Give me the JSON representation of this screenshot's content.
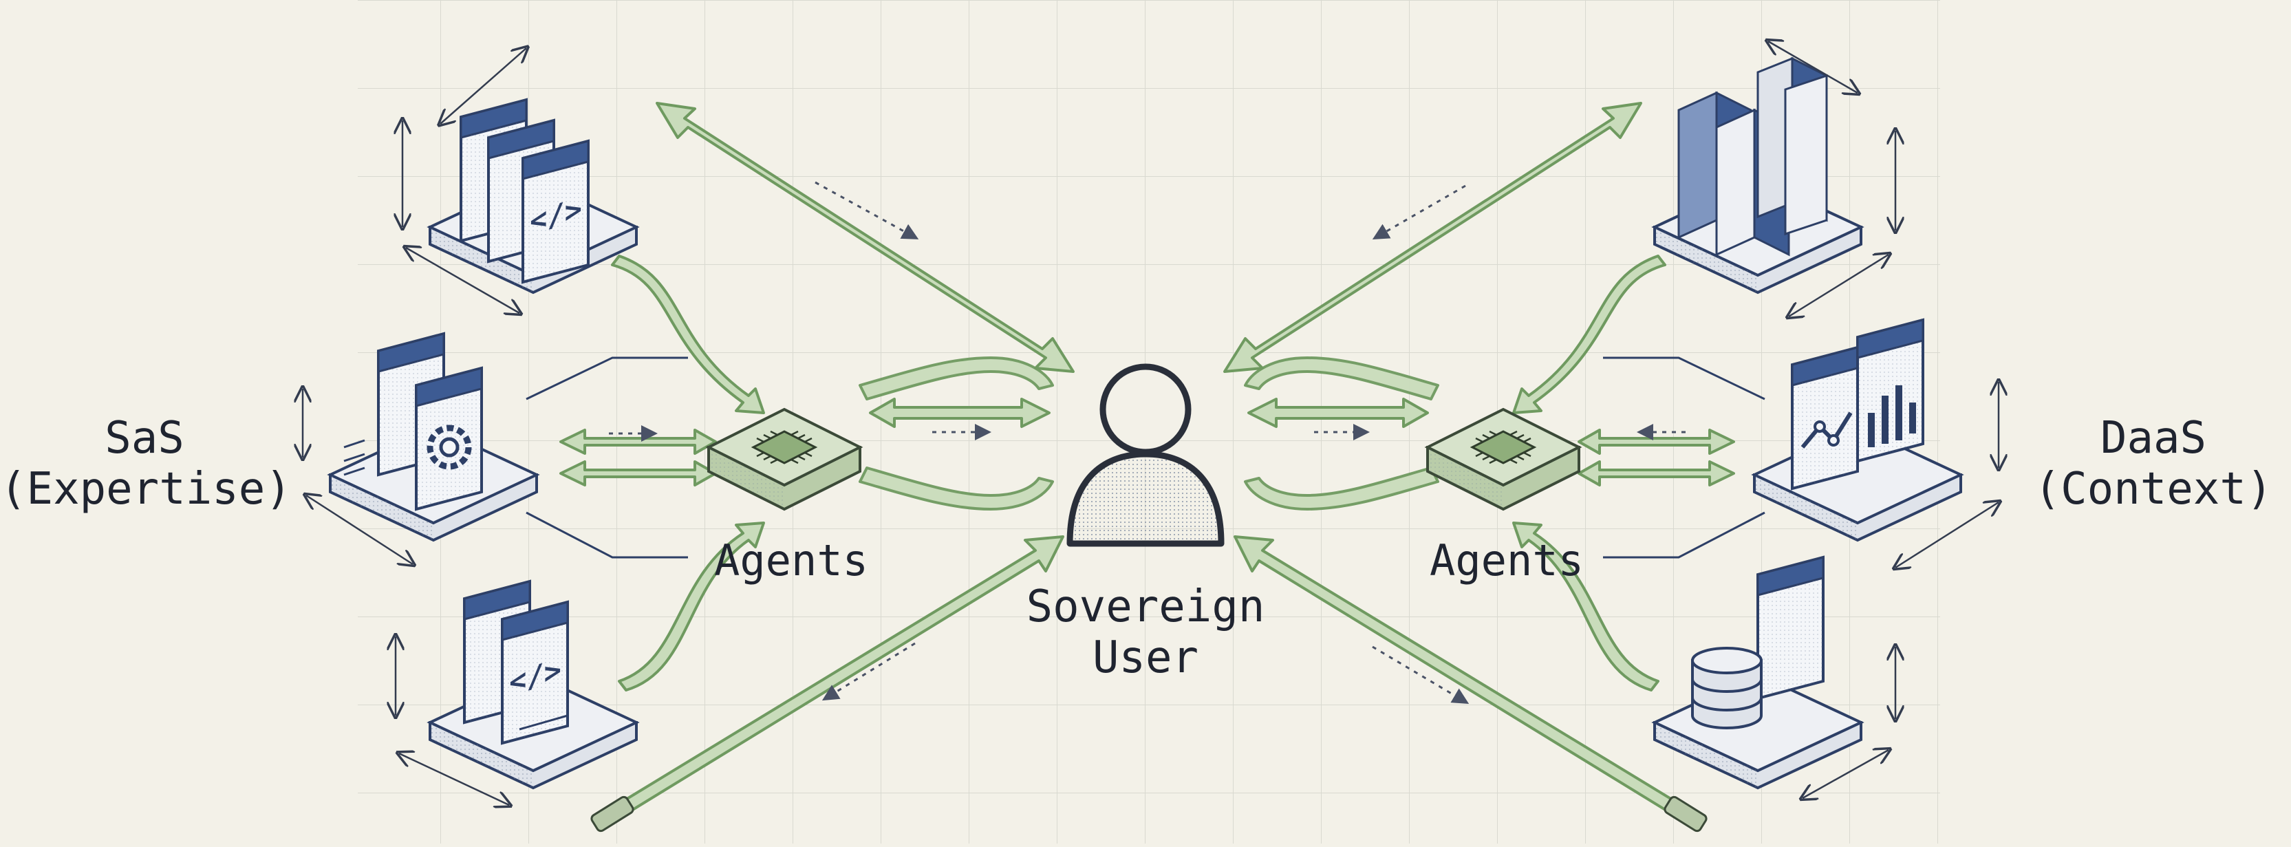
{
  "labels": {
    "left_group_line1": "SaS",
    "left_group_line2": "(Expertise)",
    "right_group_line1": "DaaS",
    "right_group_line2": "(Context)",
    "left_agents": "Agents",
    "right_agents": "Agents",
    "user_line1": "Sovereign",
    "user_line2": "User"
  },
  "icons": {
    "left_services": [
      "code-window-stack-icon",
      "settings-window-stack-icon",
      "code-window-stack-icon"
    ],
    "right_services": [
      "data-blocks-icon",
      "analytics-chart-icon",
      "database-icon"
    ],
    "agents": "chip-icon",
    "user": "user-icon"
  },
  "colors": {
    "background": "#f3f1e8",
    "grid": "#dcdcd4",
    "arrow_fill": "#c9dcbb",
    "arrow_stroke": "#6f9a60",
    "icon_blue": "#3d5b93",
    "ink": "#1f2430"
  }
}
